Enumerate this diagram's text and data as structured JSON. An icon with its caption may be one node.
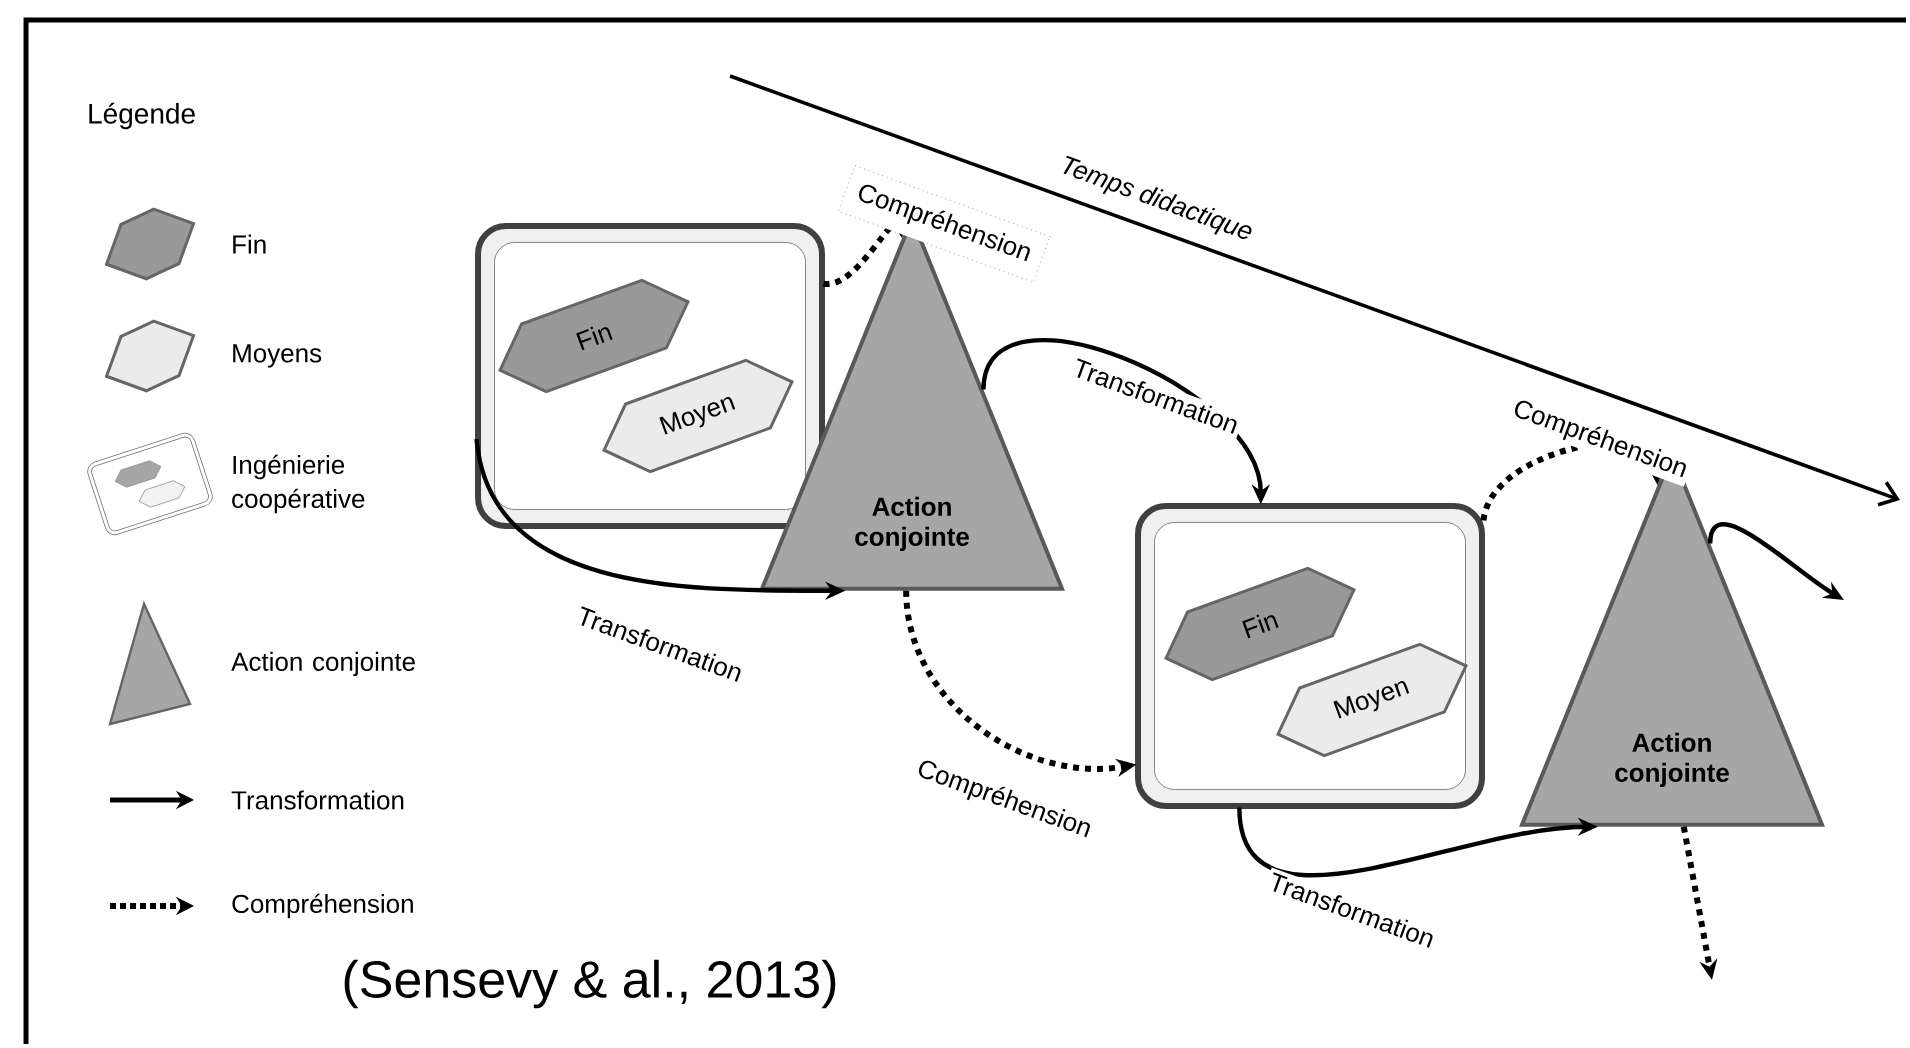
{
  "diagram": {
    "caption": "(Sensevy & al., 2013)",
    "nodes": [
      {
        "text": [],
        "shape": "box"
      },
      {
        "text": [
          "Fin"
        ],
        "in": 0
      },
      {
        "text": [
          "Moyen"
        ],
        "in": 0
      },
      {
        "text": [
          "Action conjointe"
        ]
      },
      {
        "text": [],
        "shape": "box"
      },
      {
        "text": [
          "Fin"
        ],
        "in": 4
      },
      {
        "text": [
          "Moyen"
        ],
        "in": 4
      },
      {
        "text": [
          "Action conjointe"
        ]
      }
    ],
    "edges": [
      {
        "from": 0,
        "to": 3,
        "arrow": "to",
        "label": "Transformation"
      },
      {
        "from": 0,
        "to": 3,
        "arrow": "to",
        "label": "Compréhension",
        "style": "dashed"
      },
      {
        "from": 3,
        "to": 4,
        "arrow": "to",
        "label": "Transformation"
      },
      {
        "from": 3,
        "to": 4,
        "arrow": "to",
        "label": "Compréhension",
        "style": "dashed"
      },
      {
        "from": 4,
        "to": 7,
        "arrow": "to",
        "label": "Transformation"
      },
      {
        "from": 4,
        "to": 7,
        "arrow": "to",
        "label": "Compréhension",
        "style": "dashed"
      },
      {
        "from": 7,
        "to": null,
        "arrow": "to"
      },
      {
        "from": 7,
        "to": null,
        "arrow": "to",
        "style": "dashed"
      }
    ],
    "labels": [
      "Légende",
      "Temps didactique"
    ],
    "legend": [
      {
        "text": "Fin"
      },
      {
        "text": "Moyens"
      },
      {
        "text": "Ingénierie coopérative"
      },
      {
        "text": "Action conjointe"
      },
      {
        "text": "Transformation"
      },
      {
        "text": "Compréhension"
      }
    ]
  }
}
